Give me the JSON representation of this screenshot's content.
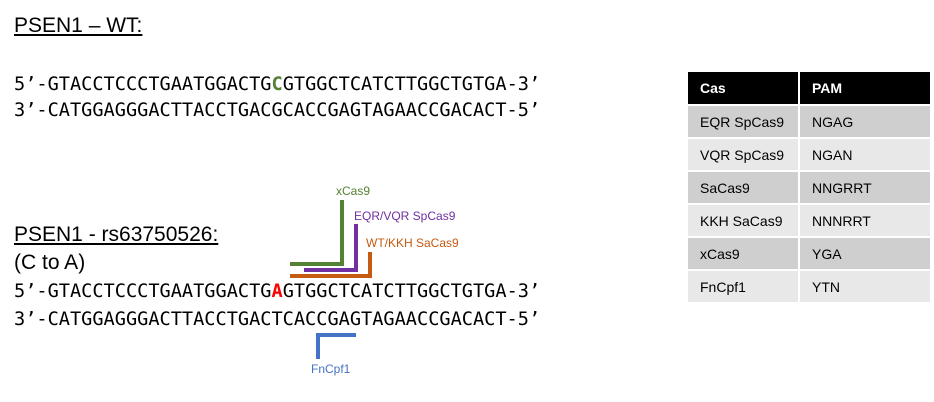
{
  "wt_heading": "PSEN1 – WT:",
  "wt_top": {
    "prefix": "5’-GTACCTCCCTGAATGGACTG",
    "mutant": "C",
    "suffix": "GTGGCTCATCTTGGCTGTGA-3’"
  },
  "wt_bottom": "3’-CATGGAGGGACTTACCTGACGCACCGAGTAGAACCGACACT-5’",
  "mut_heading": "PSEN1 - rs63750526:",
  "mut_sub": "(C to A)",
  "mut_top": {
    "prefix": "5’-GTACCTCCCTGAATGGACTG",
    "mutant": "A",
    "suffix": "GTGGCTCATCTTGGCTGTGA-3’"
  },
  "mut_bottom": "3’-CATGGAGGGACTTACCTGACTCACCGAGTAGAACCGACACT-5’",
  "labels": {
    "xcas9": "xCas9",
    "eqr_vqr": "EQR/VQR SpCas9",
    "wt_kkh": "WT/KKH SaCas9",
    "fncpf1": "FnCpf1"
  },
  "colors": {
    "xcas9": "#548235",
    "eqr_vqr": "#7030a0",
    "wt_kkh": "#c55a11",
    "fncpf1": "#4472c4",
    "wt_base": "#538135",
    "mut_base": "#ff0000"
  },
  "table": {
    "headers": [
      "Cas",
      "PAM"
    ],
    "rows": [
      [
        "EQR SpCas9",
        "NGAG"
      ],
      [
        "VQR SpCas9",
        "NGAN"
      ],
      [
        "SaCas9",
        "NNGRRT"
      ],
      [
        "KKH SaCas9",
        "NNNRRT"
      ],
      [
        "xCas9",
        "YGA"
      ],
      [
        "FnCpf1",
        "YTN"
      ]
    ]
  }
}
